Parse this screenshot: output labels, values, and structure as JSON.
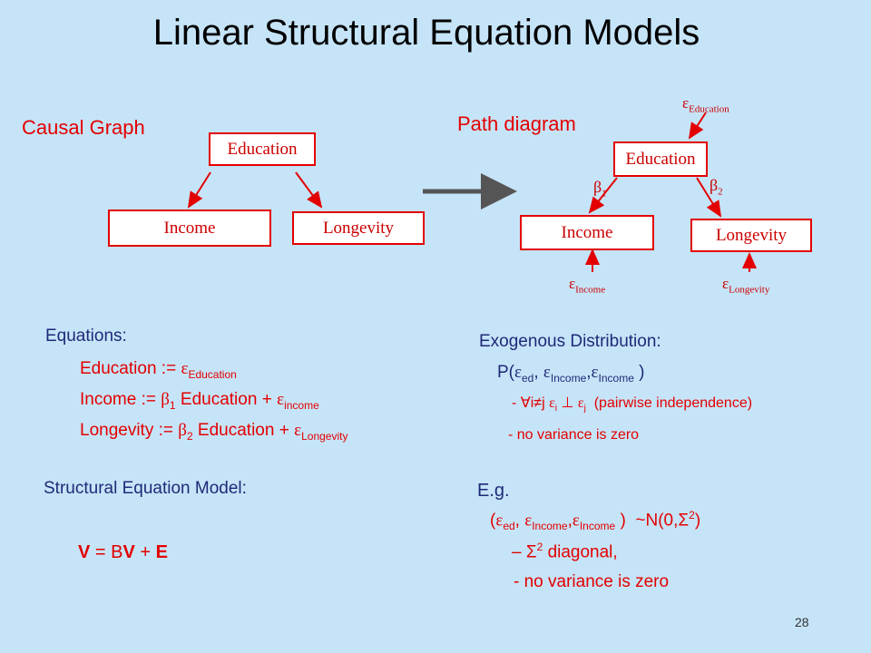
{
  "title": "Linear Structural Equation Models",
  "causal_graph": {
    "label": "Causal Graph",
    "nodes": {
      "education": "Education",
      "income": "Income",
      "longevity": "Longevity"
    }
  },
  "path_diagram": {
    "label": "Path diagram",
    "nodes": {
      "education": "Education",
      "income": "Income",
      "longevity": "Longevity"
    },
    "errors": {
      "education": {
        "symbol": "ε",
        "sub": "Education"
      },
      "income": {
        "symbol": "ε",
        "sub": "Income"
      },
      "longevity": {
        "symbol": "ε",
        "sub": "Longevity"
      }
    },
    "coefficients": {
      "b1": {
        "symbol": "β",
        "sub": "1"
      },
      "b2": {
        "symbol": "β",
        "sub": "2"
      }
    }
  },
  "equations": {
    "heading": "Equations:",
    "lines": [
      {
        "lhs": "Education :=",
        "coef": "",
        "coef_sub": "",
        "mid": "",
        "plus": "",
        "eps": "ε",
        "eps_sub": "Education"
      },
      {
        "lhs": "Income :=",
        "coef": "β",
        "coef_sub": "1",
        "mid": "Education",
        "plus": "+",
        "eps": "ε",
        "eps_sub": "income"
      },
      {
        "lhs": "Longevity :=",
        "coef": "β",
        "coef_sub": "2",
        "mid": "Education",
        "plus": "+",
        "eps": "ε",
        "eps_sub": "Longevity"
      }
    ]
  },
  "sem": {
    "heading": "Structural Equation Model:",
    "v1": "V",
    "eq": "= B",
    "v2": "V",
    "plus": "+",
    "e": "E"
  },
  "exogenous": {
    "heading": "Exogenous Distribution:",
    "p_open": "P(",
    "e1": "ε",
    "s1": "ed",
    "comma1": ",",
    "e2": "ε",
    "s2": "Income",
    "comma2": ",",
    "e3": "ε",
    "s3": "Income",
    "p_close": ")",
    "indep_dash": "-",
    "forall": "∀i≠j",
    "ei": "ε",
    "ei_sub": "i",
    "perp": "⊥",
    "ej": "ε",
    "ej_sub": "j",
    "indep_note": "(pairwise independence)",
    "novar": "- no variance is zero"
  },
  "example": {
    "heading": "E.g.",
    "open": "(",
    "e1": "ε",
    "s1": "ed",
    "comma1": ",",
    "e2": "ε",
    "s2": "Income",
    "comma2": ",",
    "e3": "ε",
    "s3": "Income",
    "close": ")",
    "dist": "~N(0,Σ",
    "dist_sup": "2",
    "dist_close": ")",
    "diag_prefix": "– Σ",
    "diag_sup": "2",
    "diag_text": "diagonal,",
    "novar": "- no variance is zero"
  },
  "page_number": "28",
  "colors": {
    "background": "#c6e4f8",
    "accent": "#e30000",
    "navy": "#1e2a78",
    "arrow_gray": "#555555"
  }
}
